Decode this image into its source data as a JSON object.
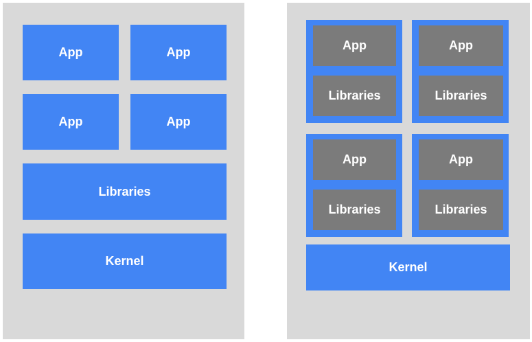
{
  "left_stack": {
    "apps": [
      "App",
      "App",
      "App",
      "App"
    ],
    "libraries": "Libraries",
    "kernel": "Kernel"
  },
  "right_stack": {
    "containers": [
      {
        "app": "App",
        "libraries": "Libraries"
      },
      {
        "app": "App",
        "libraries": "Libraries"
      },
      {
        "app": "App",
        "libraries": "Libraries"
      },
      {
        "app": "App",
        "libraries": "Libraries"
      }
    ],
    "kernel": "Kernel"
  },
  "colors": {
    "panel": "#d9d9d9",
    "blue": "#4285f4",
    "gray": "#7b7b7b",
    "text": "#ffffff"
  }
}
